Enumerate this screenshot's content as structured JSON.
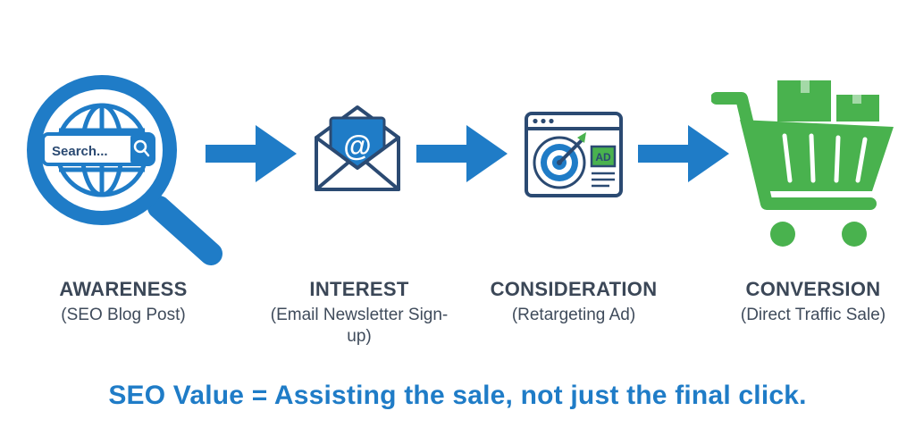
{
  "colors": {
    "blue": "#1f7cc7",
    "navy": "#2b4a72",
    "green": "#49b24e",
    "text": "#3b4757"
  },
  "stages": [
    {
      "title": "AWARENESS",
      "subtitle": "(SEO Blog Post)",
      "icon": "magnifier-globe-icon",
      "search_text": "Search..."
    },
    {
      "title": "INTEREST",
      "subtitle": "(Email Newsletter Sign-up)",
      "icon": "email-envelope-icon",
      "at_symbol": "@"
    },
    {
      "title": "CONSIDERATION",
      "subtitle": "(Retargeting Ad)",
      "icon": "target-ad-browser-icon",
      "ad_text": "AD"
    },
    {
      "title": "CONVERSION",
      "subtitle": "(Direct Traffic Sale)",
      "icon": "shopping-cart-icon"
    }
  ],
  "summary": "SEO Value = Assisting the sale, not just the final click."
}
